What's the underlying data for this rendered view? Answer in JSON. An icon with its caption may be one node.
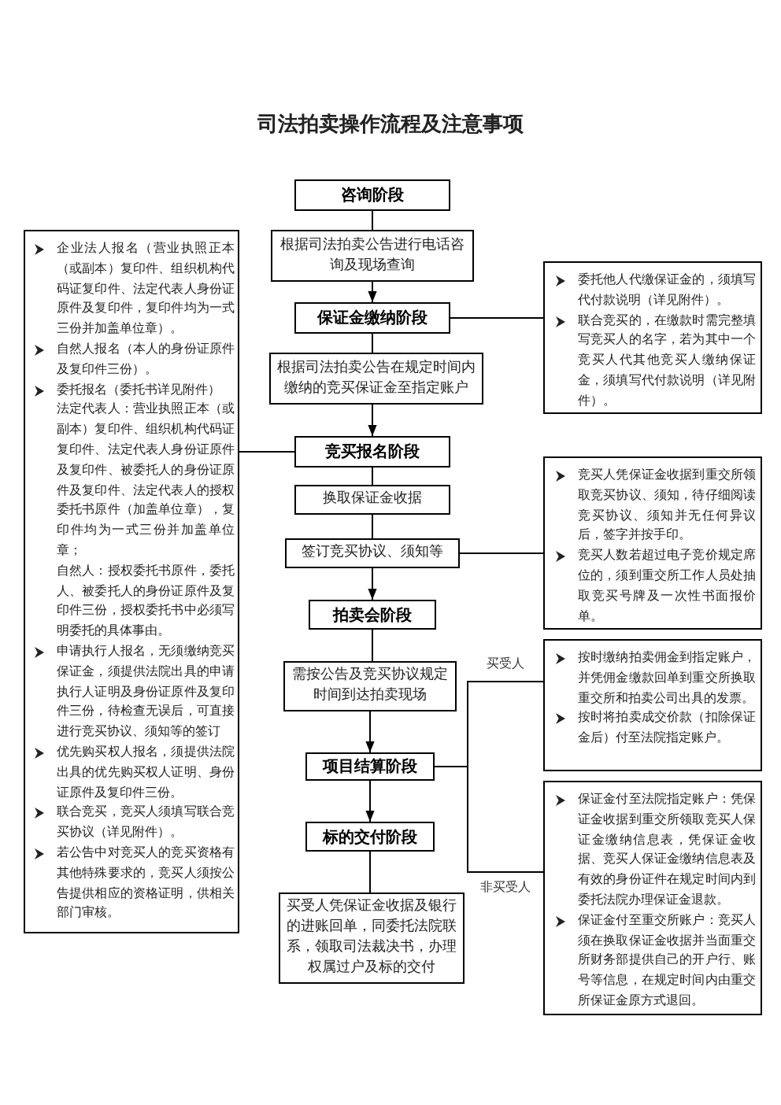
{
  "diagram": {
    "title": "司法拍卖操作流程及注意事项",
    "nodes": [
      {
        "text": [
          "咨询阶段"
        ]
      },
      {
        "text": [
          "根据司法拍卖公告进行电话咨询及现场查询"
        ]
      },
      {
        "text": [
          "保证金缴纳阶段"
        ]
      },
      {
        "text": [
          "根据司法拍卖公告在规定时间内缴纳的竞买保证金至指定账户"
        ]
      },
      {
        "text": [
          "竞买报名阶段"
        ]
      },
      {
        "text": [
          "换取保证金收据"
        ]
      },
      {
        "text": [
          "签订竞买协议、须知等"
        ]
      },
      {
        "text": [
          "拍卖会阶段"
        ]
      },
      {
        "text": [
          "需按公告及竞买协议规定时间到达拍卖现场"
        ]
      },
      {
        "text": [
          "项目结算阶段"
        ]
      },
      {
        "text": [
          "标的交付阶段"
        ]
      },
      {
        "text": [
          "买受人凭保证金收据及银行的进账回单，同委托法院联系，领取司法裁决书，办理权属过户及标的交付"
        ]
      },
      {
        "text": [
          "企业法人报名（营业执照正本（或副本）复印件、组织机构代码证复印件、法定代表人身份证原件及复印件，复印件均为一式三份并加盖单位章）。",
          "自然人报名（本人的身份证原件及复印件三份）。",
          "委托报名（委托书详见附件）",
          "法定代表人：营业执照正本（或副本）复印件、组织机构代码证复印件、法定代表人身份证原件及复印件、被委托人的身份证原件及复印件、法定代表人的授权委托书原件（加盖单位章），复印件均为一式三份并加盖单位章；",
          "自然人：授权委托书原件，委托人、被委托人的身份证原件及复印件三份，授权委托书中必须写明委托的具体事由。",
          "申请执行人报名，无须缴纳竞买保证金，须提供法院出具的申请执行人证明及身份证原件及复印件三份，待检查无误后，可直接进行竞买协议、须知等的签订",
          "优先购买权人报名，须提供法院出具的优先购买权人证明、身份证原件及复印件三份。",
          "联合竞买，竞买人须填写联合竞买协议（详见附件）。",
          "若公告中对竞买人的竞买资格有其他特殊要求的，竞买人须按公告提供相应的资格证明，供相关部门审核。"
        ]
      },
      {
        "text": [
          "委托他人代缴保证金的，须填写代付款说明（详见附件）。",
          "联合竞买的，在缴款时需完整填写竞买人的名字，若为其中一个竞买人代其他竞买人缴纳保证金，须填写代付款说明（详见附件）。"
        ]
      },
      {
        "text": [
          "竞买人凭保证金收据到重交所领取竞买协议、须知，待仔细阅读竞买协议、须知并无任何异议后，签字并按手印。",
          "竞买人数若超过电子竞价规定席位的，须到重交所工作人员处抽取竞买号牌及一次性书面报价单。"
        ]
      },
      {
        "text": [
          "按时缴纳拍卖佣金到指定账户，并凭佣金缴款回单到重交所换取重交所和拍卖公司出具的发票。",
          "按时将拍卖成交价款（扣除保证金后）付至法院指定账户。"
        ]
      },
      {
        "text": [
          "保证金付至法院指定账户：凭保证金收据到重交所领取竞买人保证金缴纳信息表，凭保证金收据、竞买人保证金缴纳信息表及有效的身份证件在规定时间内到委托法院办理保证金退款。",
          "保证金付至重交所账户：竞买人须在换取保证金收据并当面重交所财务部提供自己的开户行、账号等信息，在规定时间内由重交所保证金原方式退回。"
        ]
      }
    ],
    "edges": [
      {
        "from": 0,
        "to": 1,
        "arrow": "none"
      },
      {
        "from": 1,
        "to": 2,
        "arrow": "to"
      },
      {
        "from": 2,
        "to": 3,
        "arrow": "none"
      },
      {
        "from": 3,
        "to": 4,
        "arrow": "to"
      },
      {
        "from": 4,
        "to": 5,
        "arrow": "none"
      },
      {
        "from": 5,
        "to": 6,
        "arrow": "none"
      },
      {
        "from": 6,
        "to": 7,
        "arrow": "to"
      },
      {
        "from": 7,
        "to": 8,
        "arrow": "none"
      },
      {
        "from": 8,
        "to": 9,
        "arrow": "to"
      },
      {
        "from": 9,
        "to": 10,
        "arrow": "to"
      },
      {
        "from": 10,
        "to": 11,
        "arrow": "none"
      },
      {
        "from": 2,
        "to": 13,
        "arrow": "none"
      },
      {
        "from": 4,
        "to": 12,
        "arrow": "none"
      },
      {
        "from": 6,
        "to": 14,
        "arrow": "none"
      },
      {
        "from": 9,
        "to": 15,
        "arrow": "none",
        "label": "买受人"
      },
      {
        "from": 9,
        "to": 16,
        "arrow": "none",
        "label": "非买受人"
      }
    ]
  }
}
